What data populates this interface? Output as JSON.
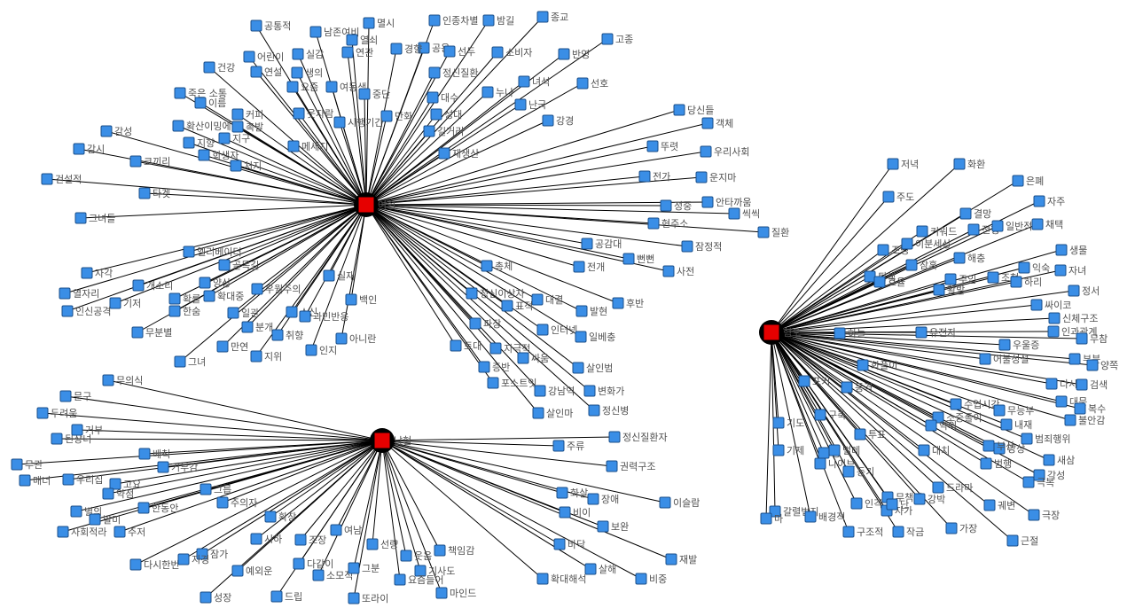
{
  "colors": {
    "node": "#3a8ee6",
    "node_border": "#1b4f8a",
    "hub": "#e60000",
    "edge": "#000000",
    "label": "#505050"
  },
  "hubs": [
    {
      "id": "h0",
      "label": "여혐"
    },
    {
      "id": "h1",
      "label": "남혐"
    },
    {
      "id": "h2",
      "label": "혐오"
    }
  ],
  "nodes": [
    {
      "label": "공통적",
      "hub": 0
    },
    {
      "label": "남존여비",
      "hub": 0
    },
    {
      "label": "멸시",
      "hub": 0
    },
    {
      "label": "인종차별",
      "hub": 0
    },
    {
      "label": "밤길",
      "hub": 0
    },
    {
      "label": "종교",
      "hub": 0
    },
    {
      "label": "어린이",
      "hub": 0
    },
    {
      "label": "실감",
      "hub": 0
    },
    {
      "label": "열쇠",
      "hub": 0
    },
    {
      "label": "공용",
      "hub": 0
    },
    {
      "label": "선두",
      "hub": 0
    },
    {
      "label": "소비자",
      "hub": 0
    },
    {
      "label": "반영",
      "hub": 0
    },
    {
      "label": "고종",
      "hub": 0
    },
    {
      "label": "건강",
      "hub": 0
    },
    {
      "label": "연설",
      "hub": 0
    },
    {
      "label": "생의",
      "hub": 0
    },
    {
      "label": "연관",
      "hub": 0
    },
    {
      "label": "경향",
      "hub": 0
    },
    {
      "label": "정신질환",
      "hub": 0
    },
    {
      "label": "녀석",
      "hub": 0
    },
    {
      "label": "선호",
      "hub": 0
    },
    {
      "label": "죽은 소통",
      "hub": 0
    },
    {
      "label": "요즘",
      "hub": 0
    },
    {
      "label": "여동생",
      "hub": 0
    },
    {
      "label": "중단",
      "hub": 0
    },
    {
      "label": "대수",
      "hub": 0
    },
    {
      "label": "누나",
      "hub": 0
    },
    {
      "label": "이름",
      "hub": 0
    },
    {
      "label": "커피",
      "hub": 0
    },
    {
      "label": "웃자람",
      "hub": 0
    },
    {
      "label": "만화",
      "hub": 0
    },
    {
      "label": "성대",
      "hub": 0
    },
    {
      "label": "난국",
      "hub": 0
    },
    {
      "label": "확산이밍에",
      "hub": 0
    },
    {
      "label": "촉발",
      "hub": 0
    },
    {
      "label": "시행기간",
      "hub": 0
    },
    {
      "label": "길거리",
      "hub": 0
    },
    {
      "label": "강경",
      "hub": 0
    },
    {
      "label": "감성",
      "hub": 0
    },
    {
      "label": "지향",
      "hub": 0
    },
    {
      "label": "지구",
      "hub": 0
    },
    {
      "label": "메세지",
      "hub": 0
    },
    {
      "label": "감시",
      "hub": 0
    },
    {
      "label": "희생자",
      "hub": 0
    },
    {
      "label": "재생산",
      "hub": 0
    },
    {
      "label": "코끼리",
      "hub": 0
    },
    {
      "label": "처지",
      "hub": 0
    },
    {
      "label": "건설적",
      "hub": 0
    },
    {
      "label": "타겟",
      "hub": 0
    },
    {
      "label": "그녀들",
      "hub": 0
    },
    {
      "label": "당신들",
      "hub": 0
    },
    {
      "label": "객체",
      "hub": 0
    },
    {
      "label": "뚜렷",
      "hub": 0
    },
    {
      "label": "우리사회",
      "hub": 0
    },
    {
      "label": "전가",
      "hub": 0
    },
    {
      "label": "운지마",
      "hub": 0
    },
    {
      "label": "안타까움",
      "hub": 0
    },
    {
      "label": "씩씩",
      "hub": 0
    },
    {
      "label": "정중",
      "hub": 0
    },
    {
      "label": "현주소",
      "hub": 0
    },
    {
      "label": "질환",
      "hub": 0
    },
    {
      "label": "잠정적",
      "hub": 0
    },
    {
      "label": "공감대",
      "hub": 0
    },
    {
      "label": "뻔뻔",
      "hub": 0
    },
    {
      "label": "전개",
      "hub": 0
    },
    {
      "label": "사전",
      "hub": 0
    },
    {
      "label": "엘리베이터",
      "hub": 0
    },
    {
      "label": "골목길",
      "hub": 0
    },
    {
      "label": "실재",
      "hub": 0
    },
    {
      "label": "자각",
      "hub": 0
    },
    {
      "label": "양상",
      "hub": 0
    },
    {
      "label": "개소리",
      "hub": 0
    },
    {
      "label": "확대중",
      "hub": 0
    },
    {
      "label": "우월주의",
      "hub": 0
    },
    {
      "label": "백인",
      "hub": 0
    },
    {
      "label": "열자리",
      "hub": 0
    },
    {
      "label": "기저",
      "hub": 0
    },
    {
      "label": "확률",
      "hub": 0
    },
    {
      "label": "한숨",
      "hub": 0
    },
    {
      "label": "일관",
      "hub": 0
    },
    {
      "label": "소신",
      "hub": 0
    },
    {
      "label": "과민반응",
      "hub": 0
    },
    {
      "label": "인신공격",
      "hub": 0
    },
    {
      "label": "분개",
      "hub": 0
    },
    {
      "label": "취향",
      "hub": 0
    },
    {
      "label": "아니란",
      "hub": 0
    },
    {
      "label": "무분별",
      "hub": 0
    },
    {
      "label": "만연",
      "hub": 0
    },
    {
      "label": "지위",
      "hub": 0
    },
    {
      "label": "인지",
      "hub": 0
    },
    {
      "label": "그녀",
      "hub": 0
    },
    {
      "label": "총체",
      "hub": 0
    },
    {
      "label": "정신이상자",
      "hub": 0
    },
    {
      "label": "대결",
      "hub": 0
    },
    {
      "label": "표적",
      "hub": 0
    },
    {
      "label": "발현",
      "hub": 0
    },
    {
      "label": "후반",
      "hub": 0
    },
    {
      "label": "파장",
      "hub": 0
    },
    {
      "label": "인터넷",
      "hub": 0
    },
    {
      "label": "일베충",
      "hub": 0
    },
    {
      "label": "토대",
      "hub": 0
    },
    {
      "label": "지극적",
      "hub": 0
    },
    {
      "label": "싸움",
      "hub": 0
    },
    {
      "label": "증반",
      "hub": 0
    },
    {
      "label": "살인범",
      "hub": 0
    },
    {
      "label": "포스트잇",
      "hub": 0
    },
    {
      "label": "강남역",
      "hub": 0
    },
    {
      "label": "변화가",
      "hub": 0
    },
    {
      "label": "살인마",
      "hub": 0
    },
    {
      "label": "정신병",
      "hub": 0
    },
    {
      "label": "무의식",
      "hub": 1
    },
    {
      "label": "문구",
      "hub": 1
    },
    {
      "label": "두려움",
      "hub": 1
    },
    {
      "label": "된장녀",
      "hub": 1
    },
    {
      "label": "거부",
      "hub": 1
    },
    {
      "label": "배척",
      "hub": 1
    },
    {
      "label": "무관",
      "hub": 1
    },
    {
      "label": "거부감",
      "hub": 1
    },
    {
      "label": "매너",
      "hub": 1
    },
    {
      "label": "우리집",
      "hub": 1
    },
    {
      "label": "고요",
      "hub": 1
    },
    {
      "label": "약점",
      "hub": 1
    },
    {
      "label": "그릅",
      "hub": 1
    },
    {
      "label": "별의",
      "hub": 1
    },
    {
      "label": "발미",
      "hub": 1
    },
    {
      "label": "한동안",
      "hub": 1
    },
    {
      "label": "주의자",
      "hub": 1
    },
    {
      "label": "사회적라",
      "hub": 1
    },
    {
      "label": "주저",
      "hub": 1
    },
    {
      "label": "확장",
      "hub": 1
    },
    {
      "label": "시하",
      "hub": 1
    },
    {
      "label": "조장",
      "hub": 1
    },
    {
      "label": "여남",
      "hub": 1
    },
    {
      "label": "잠가",
      "hub": 1
    },
    {
      "label": "다시한번",
      "hub": 1
    },
    {
      "label": "지경",
      "hub": 1
    },
    {
      "label": "예외운",
      "hub": 1
    },
    {
      "label": "다같이",
      "hub": 1
    },
    {
      "label": "소모적",
      "hub": 1
    },
    {
      "label": "그분",
      "hub": 1
    },
    {
      "label": "선량",
      "hub": 1
    },
    {
      "label": "웃음",
      "hub": 1
    },
    {
      "label": "책임감",
      "hub": 1
    },
    {
      "label": "기사도",
      "hub": 1
    },
    {
      "label": "요즘들어",
      "hub": 1
    },
    {
      "label": "마인드",
      "hub": 1
    },
    {
      "label": "성장",
      "hub": 1
    },
    {
      "label": "드립",
      "hub": 1
    },
    {
      "label": "또라이",
      "hub": 1
    },
    {
      "label": "주류",
      "hub": 1
    },
    {
      "label": "정신질환자",
      "hub": 1
    },
    {
      "label": "권력구조",
      "hub": 1
    },
    {
      "label": "화살",
      "hub": 1
    },
    {
      "label": "장애",
      "hub": 1
    },
    {
      "label": "이슬람",
      "hub": 1
    },
    {
      "label": "비이",
      "hub": 1
    },
    {
      "label": "보완",
      "hub": 1
    },
    {
      "label": "바닥",
      "hub": 1
    },
    {
      "label": "재발",
      "hub": 1
    },
    {
      "label": "살해",
      "hub": 1
    },
    {
      "label": "확대해석",
      "hub": 1
    },
    {
      "label": "비중",
      "hub": 1
    },
    {
      "label": "저녁",
      "hub": 2
    },
    {
      "label": "화환",
      "hub": 2
    },
    {
      "label": "주도",
      "hub": 2
    },
    {
      "label": "은폐",
      "hub": 2
    },
    {
      "label": "자주",
      "hub": 2
    },
    {
      "label": "결망",
      "hub": 2
    },
    {
      "label": "키워드",
      "hub": 2
    },
    {
      "label": "전형",
      "hub": 2
    },
    {
      "label": "일반적",
      "hub": 2
    },
    {
      "label": "채택",
      "hub": 2
    },
    {
      "label": "조명",
      "hub": 2
    },
    {
      "label": "이분세상",
      "hub": 2
    },
    {
      "label": "생물",
      "hub": 2
    },
    {
      "label": "해충",
      "hub": 2
    },
    {
      "label": "참혹",
      "hub": 2
    },
    {
      "label": "익숙",
      "hub": 2
    },
    {
      "label": "퇴색",
      "hub": 2
    },
    {
      "label": "효율",
      "hub": 2
    },
    {
      "label": "주입",
      "hub": 2
    },
    {
      "label": "조현",
      "hub": 2
    },
    {
      "label": "하리",
      "hub": 2
    },
    {
      "label": "자녀",
      "hub": 2
    },
    {
      "label": "활발",
      "hub": 2
    },
    {
      "label": "정서",
      "hub": 2
    },
    {
      "label": "싸이코",
      "hub": 2
    },
    {
      "label": "신체구조",
      "hub": 2
    },
    {
      "label": "인과관계",
      "hub": 2
    },
    {
      "label": "하늘",
      "hub": 2
    },
    {
      "label": "유전자",
      "hub": 2
    },
    {
      "label": "무참",
      "hub": 2
    },
    {
      "label": "우울증",
      "hub": 2
    },
    {
      "label": "어불성설",
      "hub": 2
    },
    {
      "label": "부분",
      "hub": 2
    },
    {
      "label": "양쪽",
      "hub": 2
    },
    {
      "label": "화풀이",
      "hub": 2
    },
    {
      "label": "다시",
      "hub": 2
    },
    {
      "label": "표커",
      "hub": 2
    },
    {
      "label": "동격",
      "hub": 2
    },
    {
      "label": "검색",
      "hub": 2
    },
    {
      "label": "대문",
      "hub": 2
    },
    {
      "label": "수업시간",
      "hub": 2
    },
    {
      "label": "복수",
      "hub": 2
    },
    {
      "label": "소중폴이",
      "hub": 2
    },
    {
      "label": "무능부",
      "hub": 2
    },
    {
      "label": "불안감",
      "hub": 2
    },
    {
      "label": "구축",
      "hub": 2
    },
    {
      "label": "내재",
      "hub": 2
    },
    {
      "label": "기도",
      "hub": 2
    },
    {
      "label": "악의",
      "hub": 2
    },
    {
      "label": "범죄행위",
      "hub": 2
    },
    {
      "label": "망상",
      "hub": 2
    },
    {
      "label": "투표",
      "hub": 2
    },
    {
      "label": "기제",
      "hub": 2
    },
    {
      "label": "공",
      "hub": 2
    },
    {
      "label": "벌레",
      "hub": 2
    },
    {
      "label": "부산",
      "hub": 2
    },
    {
      "label": "새삼",
      "hub": 2
    },
    {
      "label": "대치",
      "hub": 2
    },
    {
      "label": "범행",
      "hub": 2
    },
    {
      "label": "각성",
      "hub": 2
    },
    {
      "label": "나이브",
      "hub": 2
    },
    {
      "label": "동기",
      "hub": 2
    },
    {
      "label": "극복",
      "hub": 2
    },
    {
      "label": "드라마",
      "hub": 2
    },
    {
      "label": "인격",
      "hub": 2
    },
    {
      "label": "무책임",
      "hub": 2
    },
    {
      "label": "강박",
      "hub": 2
    },
    {
      "label": "궤변",
      "hub": 2
    },
    {
      "label": "극장",
      "hub": 2
    },
    {
      "label": "갈렬법지",
      "hub": 2
    },
    {
      "label": "배경적",
      "hub": 2
    },
    {
      "label": "자가",
      "hub": 2
    },
    {
      "label": "단",
      "hub": 2
    },
    {
      "label": "마",
      "hub": 2
    },
    {
      "label": "구조적",
      "hub": 2
    },
    {
      "label": "작금",
      "hub": 2
    },
    {
      "label": "가장",
      "hub": 2
    },
    {
      "label": "근절",
      "hub": 2
    }
  ]
}
